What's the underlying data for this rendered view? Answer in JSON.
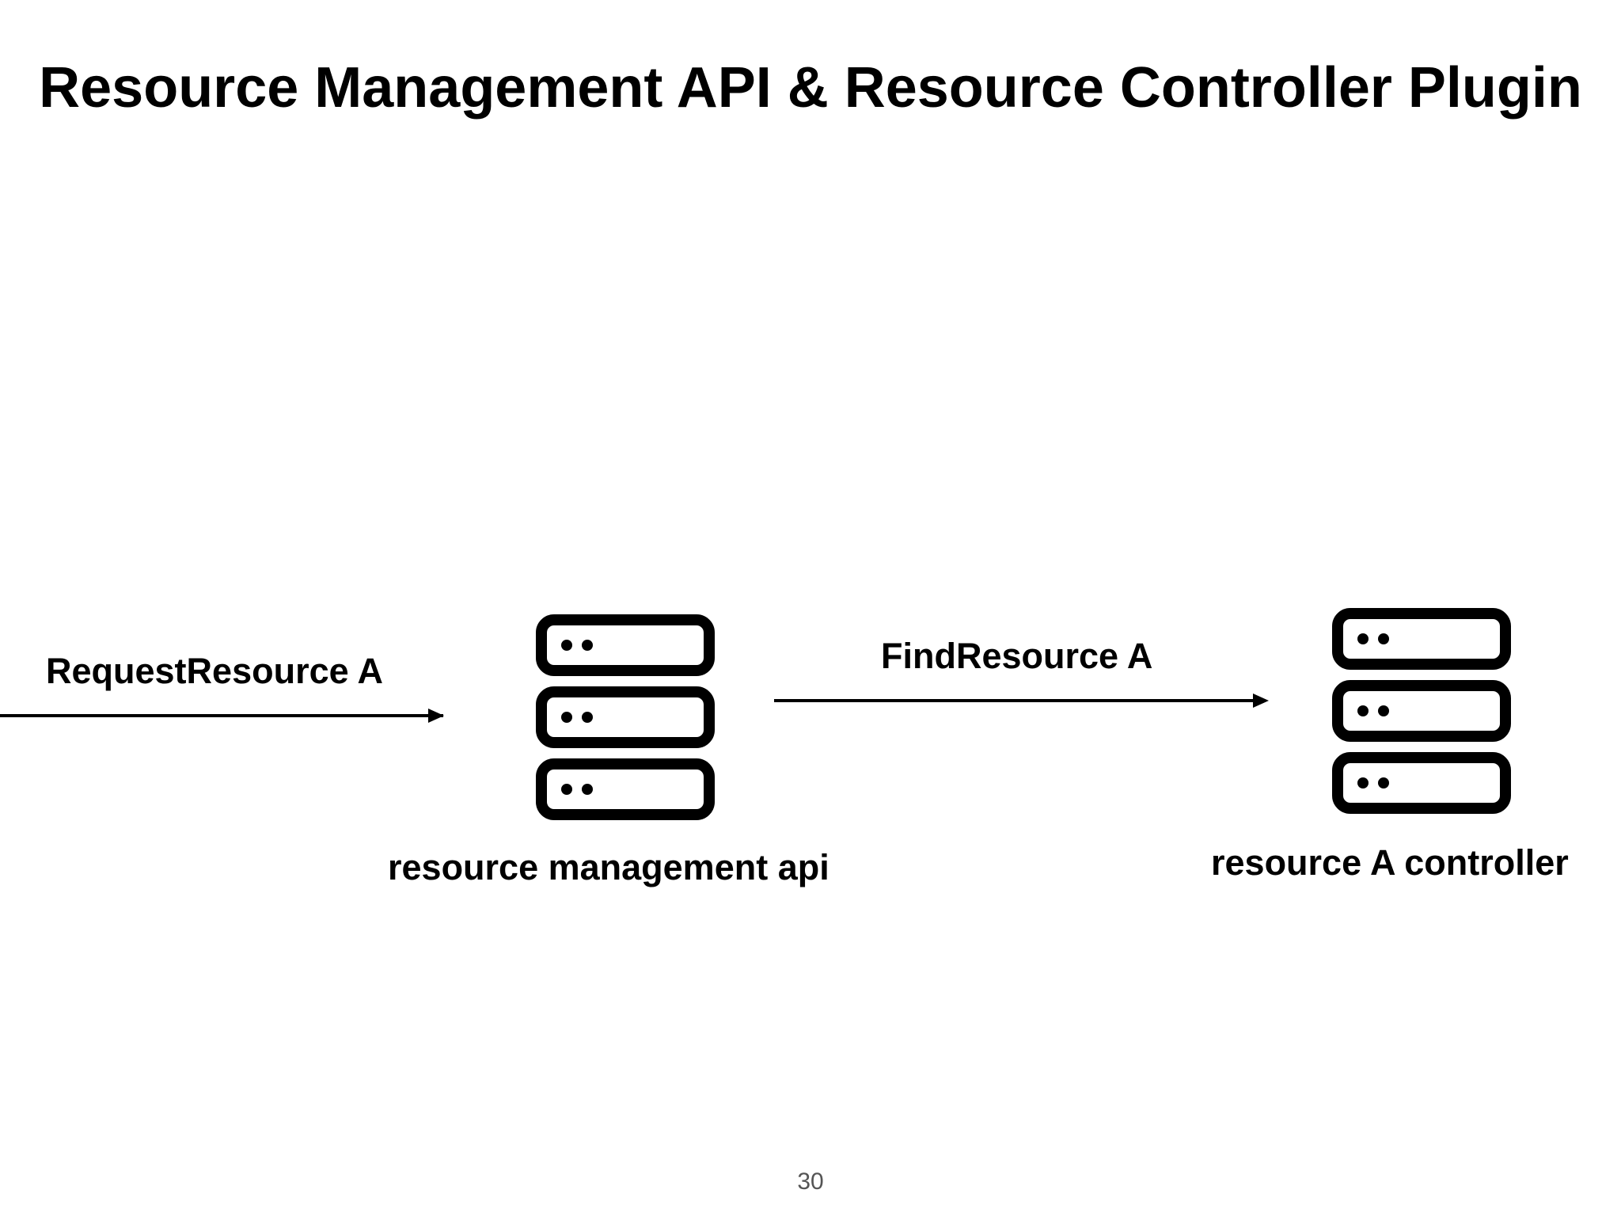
{
  "slide": {
    "title": "Resource Management API & Resource Controller Plugin",
    "page_number": "30"
  },
  "nodes": {
    "api": {
      "label": "resource management api",
      "icon": "server-stack-icon"
    },
    "controller": {
      "label": "resource A controller",
      "icon": "server-stack-icon"
    }
  },
  "edges": {
    "request": {
      "label": "RequestResource A"
    },
    "find": {
      "label": "FindResource A"
    }
  },
  "colors": {
    "foreground": "#000000",
    "background": "#ffffff",
    "page_number": "#555555"
  }
}
